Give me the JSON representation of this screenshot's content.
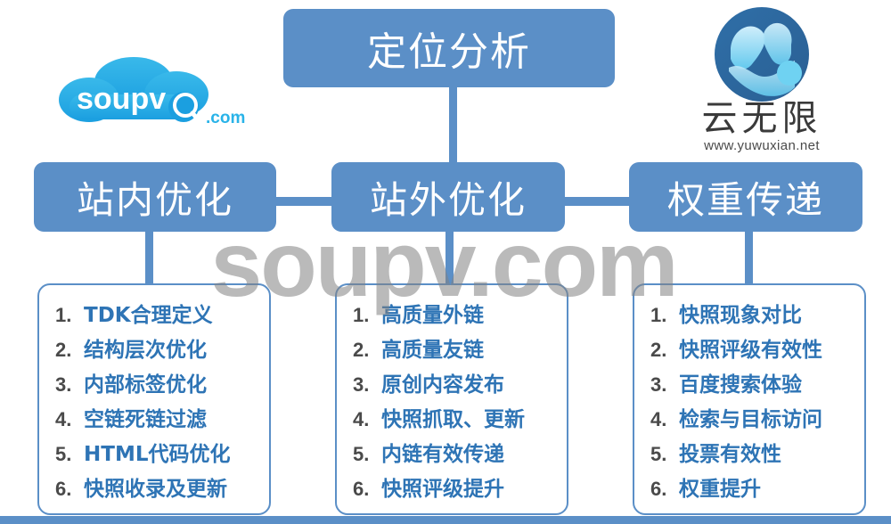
{
  "diagram": {
    "title_box": {
      "label": "定位分析"
    },
    "branches": [
      {
        "label": "站内优化"
      },
      {
        "label": "站外优化"
      },
      {
        "label": "权重传递"
      }
    ],
    "columns": [
      {
        "name": "on-site-optimization",
        "items": [
          {
            "num": "1.",
            "text": "TDK合理定义"
          },
          {
            "num": "2.",
            "text": "结构层次优化"
          },
          {
            "num": "3.",
            "text": "内部标签优化"
          },
          {
            "num": "4.",
            "text": "空链死链过滤"
          },
          {
            "num": "5.",
            "text": "HTML代码优化"
          },
          {
            "num": "6.",
            "text": "快照收录及更新"
          }
        ]
      },
      {
        "name": "off-site-optimization",
        "items": [
          {
            "num": "1.",
            "text": "高质量外链"
          },
          {
            "num": "2.",
            "text": "高质量友链"
          },
          {
            "num": "3.",
            "text": "原创内容发布"
          },
          {
            "num": "4.",
            "text": "快照抓取、更新"
          },
          {
            "num": "5.",
            "text": "内链有效传递"
          },
          {
            "num": "6.",
            "text": "快照评级提升"
          }
        ]
      },
      {
        "name": "weight-transfer",
        "items": [
          {
            "num": "1.",
            "text": "快照现象对比"
          },
          {
            "num": "2.",
            "text": "快照评级有效性"
          },
          {
            "num": "3.",
            "text": "百度搜索体验"
          },
          {
            "num": "4.",
            "text": "检索与目标访问"
          },
          {
            "num": "5.",
            "text": "投票有效性"
          },
          {
            "num": "6.",
            "text": "权重提升"
          }
        ]
      }
    ]
  },
  "watermark": {
    "text": "soupv.com"
  },
  "logo_left": {
    "wordmark": "soupv",
    "suffix": ".com",
    "icon": "cloud-magnifier-icon"
  },
  "logo_right": {
    "brand_cn": "云无限",
    "url": "www.yuwuxian.net",
    "icon": "circle-wave-emblem-icon"
  },
  "colors": {
    "brand_blue": "#5b8fc7",
    "text_blue": "#2e74b5",
    "number_gray": "#4a4a4a",
    "watermark_gray": "#828282"
  }
}
